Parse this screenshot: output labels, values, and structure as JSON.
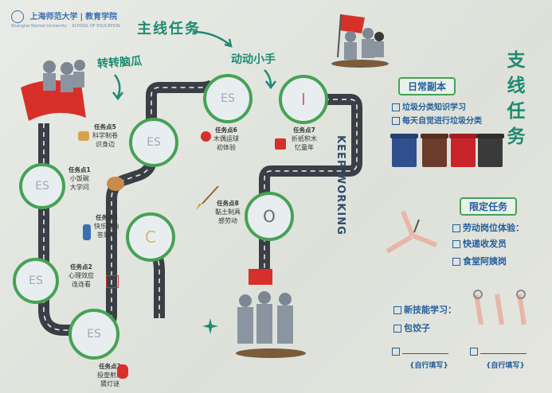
{
  "header": {
    "university": "上海师范大学",
    "university_en": "Shanghai Normal University",
    "school": "教育学院",
    "school_en": "SCHOOL OF EDUCATION"
  },
  "main_title": "主线任务",
  "section_labels": {
    "brain": "转转脑瓜",
    "hands": "动动小手"
  },
  "tasks": [
    {
      "id": "t1",
      "label": "任务点1",
      "lines": [
        "小饭碗",
        "大学问"
      ]
    },
    {
      "id": "t2",
      "label": "任务点2",
      "lines": [
        "心理效应",
        "连连看"
      ]
    },
    {
      "id": "t3",
      "label": "任务点3",
      "lines": [
        "投壶射虎",
        "猜灯谜"
      ]
    },
    {
      "id": "t4",
      "label": "任务点4",
      "lines": [
        "快乐钓鱼",
        "答题学"
      ]
    },
    {
      "id": "t5",
      "label": "任务点5",
      "lines": [
        "科学制卷",
        "识身边"
      ]
    },
    {
      "id": "t6",
      "label": "任务点6",
      "lines": [
        "木偶运球",
        "初体验"
      ]
    },
    {
      "id": "t7",
      "label": "任务点7",
      "lines": [
        "折纸积木",
        "忆童年"
      ]
    },
    {
      "id": "t8",
      "label": "任务点8",
      "lines": [
        "黏土制具",
        "感劳动"
      ]
    }
  ],
  "node_glyphs": {
    "n7": "I",
    "n8": "O",
    "n4": "C"
  },
  "keep_working": "KEEP WORKING",
  "side_title": "支线任务",
  "daily": {
    "title": "日常副本",
    "items": [
      "垃圾分类知识学习",
      "每天自觉进行垃圾分类"
    ]
  },
  "limited": {
    "title": "限定任务",
    "subtitle": "劳动岗位体验：",
    "items": [
      "快递收发员",
      "食堂阿姨岗"
    ]
  },
  "skills": {
    "title": "新技能学习：",
    "items": [
      "包饺子"
    ]
  },
  "fill_in": {
    "note_left": "{自行填写}",
    "note_right": "{自行填写}"
  },
  "colors": {
    "green": "#46a255",
    "teal_title": "#1f8a72",
    "blue_text": "#245e9c",
    "flag_red": "#d7302a",
    "road": "#3a3f46"
  },
  "bins": [
    {
      "color": "#2f4f8f"
    },
    {
      "color": "#6b3b2b"
    },
    {
      "color": "#c9242a"
    },
    {
      "color": "#3a3a3a"
    }
  ]
}
